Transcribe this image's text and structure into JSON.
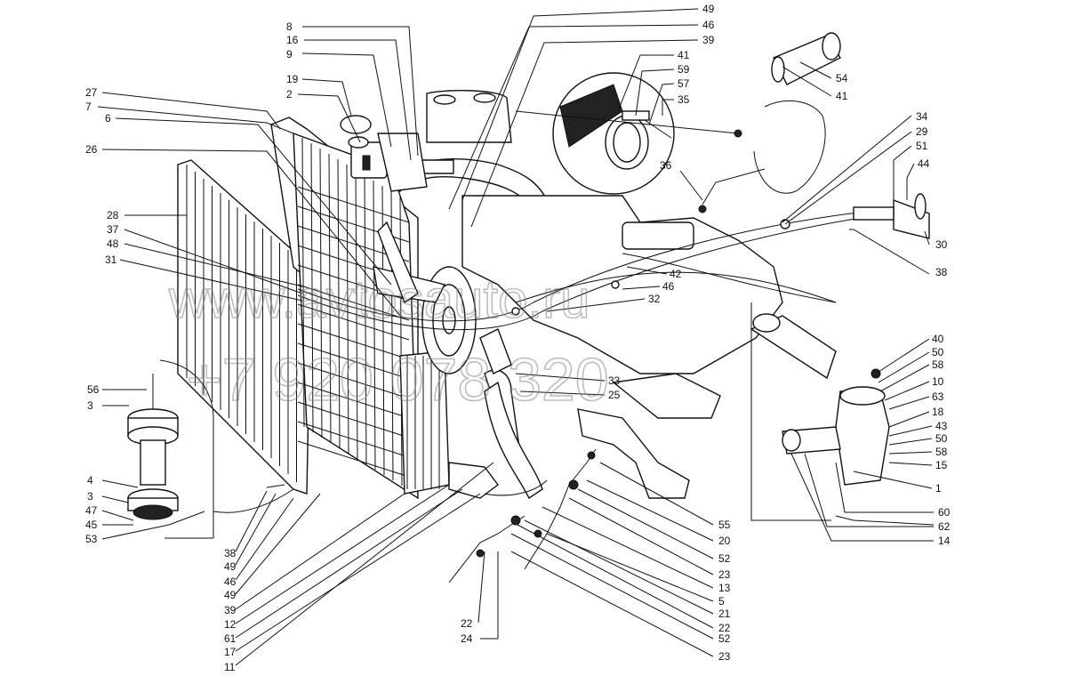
{
  "watermark": {
    "site": "www.avtosauto.ru",
    "phone": "+7 920 078 320"
  },
  "callouts": [
    {
      "text": "8"
    },
    {
      "text": "16"
    },
    {
      "text": "9"
    },
    {
      "text": "49"
    },
    {
      "text": "46"
    },
    {
      "text": "39"
    },
    {
      "text": "41"
    },
    {
      "text": "59"
    },
    {
      "text": "57"
    },
    {
      "text": "35"
    },
    {
      "text": "54"
    },
    {
      "text": "41"
    },
    {
      "text": "27"
    },
    {
      "text": "7"
    },
    {
      "text": "6"
    },
    {
      "text": "19"
    },
    {
      "text": "2"
    },
    {
      "text": "26"
    },
    {
      "text": "36"
    },
    {
      "text": "34"
    },
    {
      "text": "29"
    },
    {
      "text": "51"
    },
    {
      "text": "44"
    },
    {
      "text": "30"
    },
    {
      "text": "38"
    },
    {
      "text": "28"
    },
    {
      "text": "37"
    },
    {
      "text": "48"
    },
    {
      "text": "31"
    },
    {
      "text": "42"
    },
    {
      "text": "46"
    },
    {
      "text": "32"
    },
    {
      "text": "40"
    },
    {
      "text": "50"
    },
    {
      "text": "58"
    },
    {
      "text": "10"
    },
    {
      "text": "63"
    },
    {
      "text": "18"
    },
    {
      "text": "43"
    },
    {
      "text": "50"
    },
    {
      "text": "58"
    },
    {
      "text": "15"
    },
    {
      "text": "1"
    },
    {
      "text": "60"
    },
    {
      "text": "62"
    },
    {
      "text": "14"
    },
    {
      "text": "56"
    },
    {
      "text": "3"
    },
    {
      "text": "4"
    },
    {
      "text": "3"
    },
    {
      "text": "47"
    },
    {
      "text": "45"
    },
    {
      "text": "53"
    },
    {
      "text": "33"
    },
    {
      "text": "25"
    },
    {
      "text": "38"
    },
    {
      "text": "49"
    },
    {
      "text": "46"
    },
    {
      "text": "49"
    },
    {
      "text": "39"
    },
    {
      "text": "12"
    },
    {
      "text": "61"
    },
    {
      "text": "17"
    },
    {
      "text": "11"
    },
    {
      "text": "22"
    },
    {
      "text": "24"
    },
    {
      "text": "55"
    },
    {
      "text": "20"
    },
    {
      "text": "52"
    },
    {
      "text": "23"
    },
    {
      "text": "13"
    },
    {
      "text": "5"
    },
    {
      "text": "21"
    },
    {
      "text": "22"
    },
    {
      "text": "52"
    },
    {
      "text": "23"
    }
  ]
}
